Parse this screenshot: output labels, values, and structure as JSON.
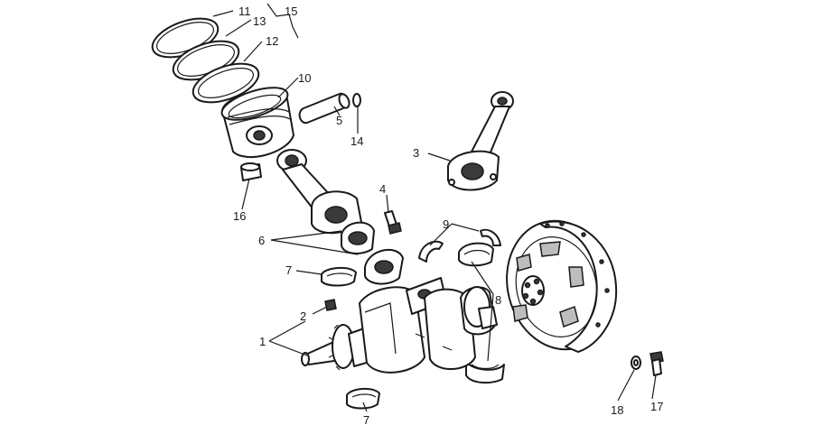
{
  "callouts": {
    "c1": "1",
    "c2": "2",
    "c3": "3",
    "c4": "4",
    "c5": "5",
    "c6": "6",
    "c7a": "7",
    "c7b": "7",
    "c8": "8",
    "c9": "9",
    "c10": "10",
    "c11": "11",
    "c12": "12",
    "c13": "13",
    "c14": "14",
    "c15": "15",
    "c16": "16",
    "c17": "17",
    "c18": "18"
  },
  "colors": {
    "line": "#1a1a1a",
    "background": "#ffffff",
    "shade": "#3a3a3a"
  }
}
